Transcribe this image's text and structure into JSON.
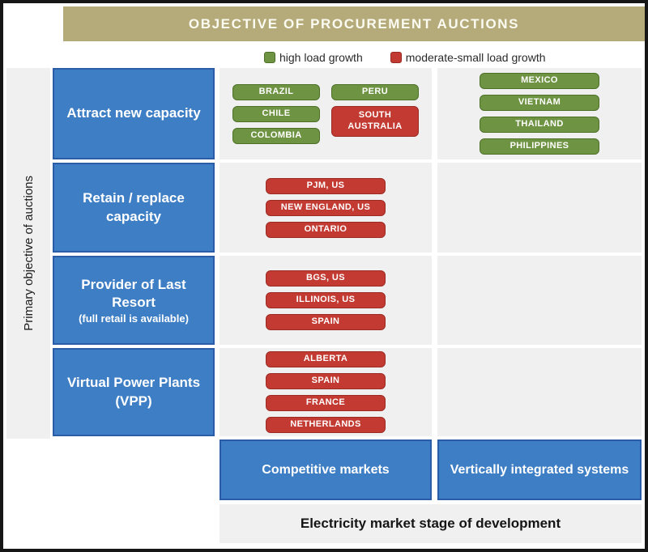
{
  "title": "OBJECTIVE OF PROCUREMENT AUCTIONS",
  "legend": {
    "high": {
      "label": "high load growth",
      "color": "#6e9342"
    },
    "moderate": {
      "label": "moderate-small load growth",
      "color": "#c23a31"
    }
  },
  "axes": {
    "y_label": "Primary objective of auctions",
    "x_label": "Electricity market stage of development"
  },
  "columns": {
    "competitive": "Competitive markets",
    "vertical": "Vertically integrated systems"
  },
  "rows": [
    {
      "objective": "Attract new capacity",
      "competitive_left": [
        {
          "label": "BRAZIL",
          "growth": "high"
        },
        {
          "label": "CHILE",
          "growth": "high"
        },
        {
          "label": "COLOMBIA",
          "growth": "high"
        }
      ],
      "competitive_right": [
        {
          "label": "PERU",
          "growth": "high"
        },
        {
          "label": "SOUTH AUSTRALIA",
          "growth": "moderate"
        }
      ],
      "vertical": [
        {
          "label": "MEXICO",
          "growth": "high"
        },
        {
          "label": "VIETNAM",
          "growth": "high"
        },
        {
          "label": "THAILAND",
          "growth": "high"
        },
        {
          "label": "PHILIPPINES",
          "growth": "high"
        }
      ]
    },
    {
      "objective": "Retain / replace capacity",
      "competitive": [
        {
          "label": "PJM, US",
          "growth": "moderate"
        },
        {
          "label": "NEW ENGLAND, US",
          "growth": "moderate"
        },
        {
          "label": "ONTARIO",
          "growth": "moderate"
        }
      ]
    },
    {
      "objective": "Provider of Last Resort",
      "note": "(full retail is available)",
      "competitive": [
        {
          "label": "BGS, US",
          "growth": "moderate"
        },
        {
          "label": "ILLINOIS, US",
          "growth": "moderate"
        },
        {
          "label": "SPAIN",
          "growth": "moderate"
        }
      ]
    },
    {
      "objective": "Virtual Power Plants (VPP)",
      "competitive": [
        {
          "label": "ALBERTA",
          "growth": "moderate"
        },
        {
          "label": "SPAIN",
          "growth": "moderate"
        },
        {
          "label": "FRANCE",
          "growth": "moderate"
        },
        {
          "label": "NETHERLANDS",
          "growth": "moderate"
        }
      ]
    }
  ],
  "colors": {
    "title_bg": "#b5ab7a",
    "objective_blue": "#3e7ec4",
    "high_growth_green": "#6e9342",
    "moderate_growth_red": "#c23a31",
    "cell_bg": "#f0f0f1"
  }
}
